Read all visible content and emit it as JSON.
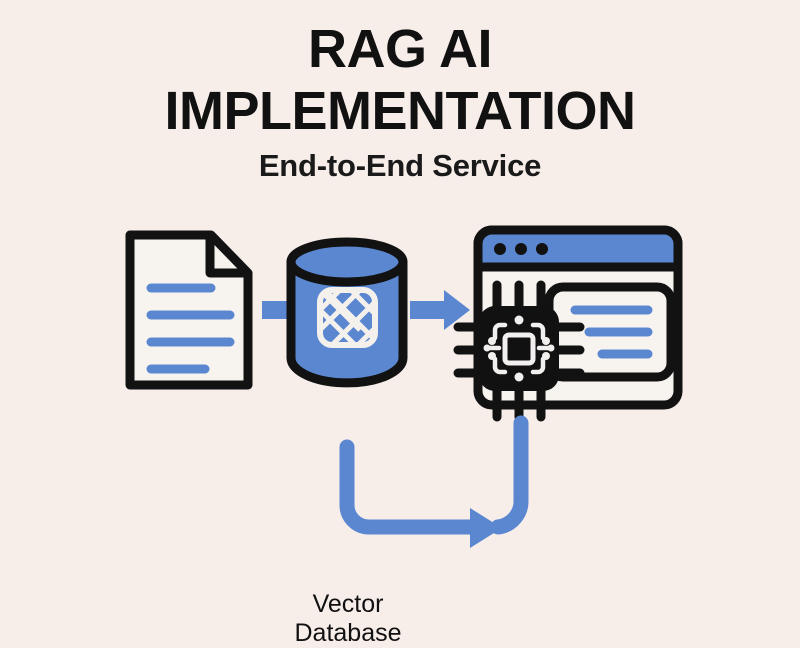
{
  "page": {
    "background_color": "#f7eeea",
    "accent_blue": "#5b87d1",
    "ink_black": "#111111",
    "paper_white": "#f7f4ef"
  },
  "header": {
    "title_line_1": "RAG AI",
    "title_line_2": "IMPLEMENTATION",
    "subtitle": "End-to-End Service"
  },
  "diagram": {
    "type": "pipeline-flow",
    "nodes": [
      {
        "id": "document",
        "icon": "document-icon",
        "label": "",
        "description": "Document with folded corner and four text lines"
      },
      {
        "id": "vector-database",
        "icon": "database-cylinder-icon",
        "label_line_1": "Vector",
        "label_line_2": "Database",
        "description": "Cylinder database with lattice grid glyph"
      },
      {
        "id": "application",
        "icon": "browser-window-icon",
        "label": "",
        "description": "Browser window with title bar, three dots and content card"
      },
      {
        "id": "ai-processor",
        "icon": "cpu-chip-icon",
        "label": "",
        "description": "Microchip with circuit traces and twelve pins"
      }
    ],
    "connectors": [
      {
        "id": "doc-to-db",
        "icon": "arrow-right-icon",
        "from": "document",
        "to": "vector-database"
      },
      {
        "id": "db-to-app",
        "icon": "arrow-right-icon",
        "from": "vector-database",
        "to": "application"
      },
      {
        "id": "feedback-loop",
        "icon": "feedback-arrow-icon",
        "from": "ai-processor",
        "to": "vector-database"
      }
    ]
  }
}
